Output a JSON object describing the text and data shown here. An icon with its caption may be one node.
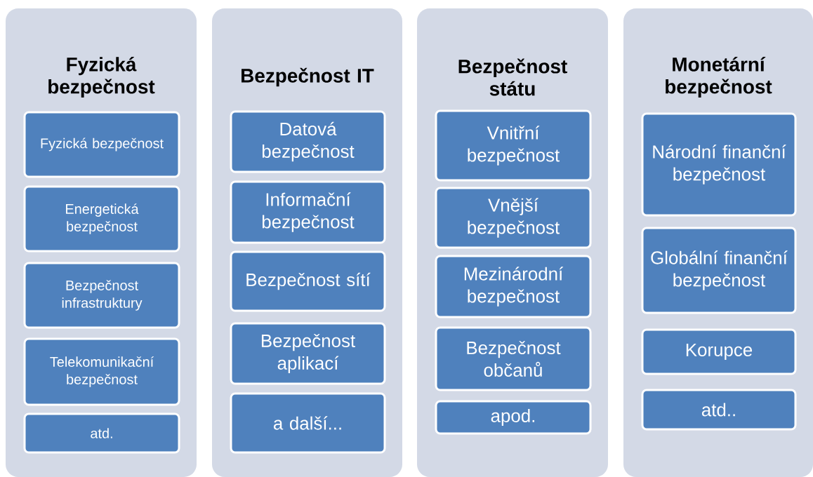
{
  "diagram": {
    "nodes": [
      {
        "text": [
          "Fyzická bezpečnost"
        ]
      },
      {
        "text": [
          "Fyzická bezpečnost"
        ],
        "in": 0
      },
      {
        "text": [
          "Energetická bezpečnost"
        ],
        "in": 0
      },
      {
        "text": [
          "Bezpečnost infrastruktury"
        ],
        "in": 0
      },
      {
        "text": [
          "Telekomunikační bezpečnost"
        ],
        "in": 0
      },
      {
        "text": [
          "atd."
        ],
        "in": 0
      },
      {
        "text": [
          "Bezpečnost IT"
        ]
      },
      {
        "text": [
          "Datová bezpečnost"
        ],
        "in": 6
      },
      {
        "text": [
          "Informační bezpečnost"
        ],
        "in": 6
      },
      {
        "text": [
          "Bezpečnost sítí"
        ],
        "in": 6
      },
      {
        "text": [
          "Bezpečnost aplikací"
        ],
        "in": 6
      },
      {
        "text": [
          "a další..."
        ],
        "in": 6
      },
      {
        "text": [
          "Bezpečnost státu"
        ]
      },
      {
        "text": [
          "Vnitřní bezpečnost"
        ],
        "in": 12
      },
      {
        "text": [
          "Vnější bezpečnost"
        ],
        "in": 12
      },
      {
        "text": [
          "Mezinárodní bezpečnost"
        ],
        "in": 12
      },
      {
        "text": [
          "Bezpečnost občanů"
        ],
        "in": 12
      },
      {
        "text": [
          "apod."
        ],
        "in": 12
      },
      {
        "text": [
          "Monetární bezpečnost"
        ]
      },
      {
        "text": [
          "Národní finanční bezpečnost"
        ],
        "in": 18
      },
      {
        "text": [
          "Globální finanční bezpečnost"
        ],
        "in": 18
      },
      {
        "text": [
          "Korupce"
        ],
        "in": 18
      },
      {
        "text": [
          "atd.."
        ],
        "in": 18
      }
    ]
  }
}
